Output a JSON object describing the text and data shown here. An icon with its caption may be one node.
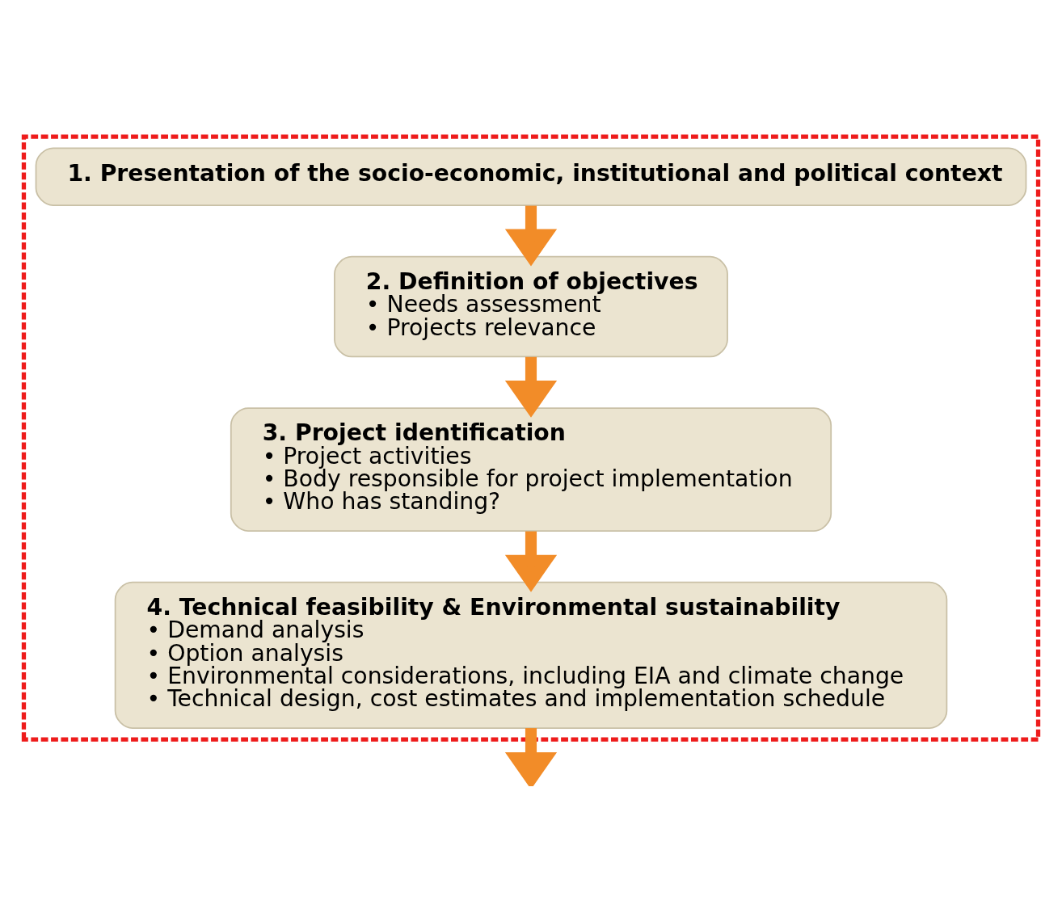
{
  "diagram": {
    "nodes": [
      {
        "text": [],
        "shape": "box"
      },
      {
        "text": [
          "1. Presentation of the socio-economic, institutional and political context"
        ],
        "in": 0
      },
      {
        "text": [
          "2. Definition of objectives",
          "• Needs assessment",
          "• Projects relevance"
        ],
        "in": 0
      },
      {
        "text": [
          "3. Project identification",
          "• Project activities",
          "• Body responsible for project implementation",
          "• Who has standing?"
        ],
        "in": 0
      },
      {
        "text": [
          "4. Technical feasibility & Environmental sustainability",
          "• Demand analysis",
          "• Option analysis",
          "• Environmental considerations, including EIA and climate change",
          "• Technical design, cost estimates and implementation schedule"
        ],
        "in": 0
      }
    ],
    "edges": [
      {
        "from": 1,
        "to": 2,
        "arrow": "to"
      },
      {
        "from": 2,
        "to": 3,
        "arrow": "to"
      },
      {
        "from": 3,
        "to": 4,
        "arrow": "to"
      },
      {
        "from": 4,
        "to": null,
        "arrow": "to"
      }
    ]
  }
}
